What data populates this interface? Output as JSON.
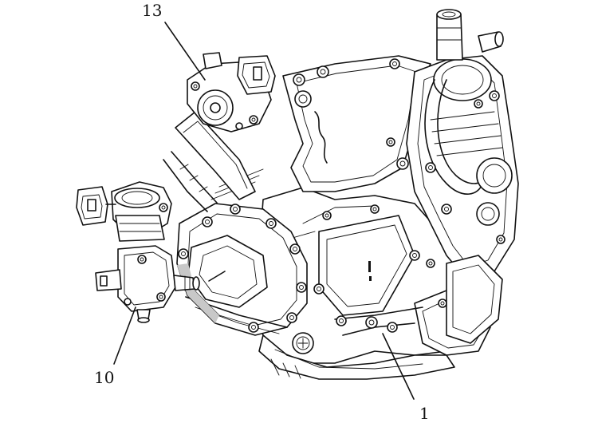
{
  "callouts": [
    {
      "id": "13",
      "text": "13"
    },
    {
      "id": "10",
      "text": "10"
    },
    {
      "id": "1",
      "text": "1"
    }
  ]
}
